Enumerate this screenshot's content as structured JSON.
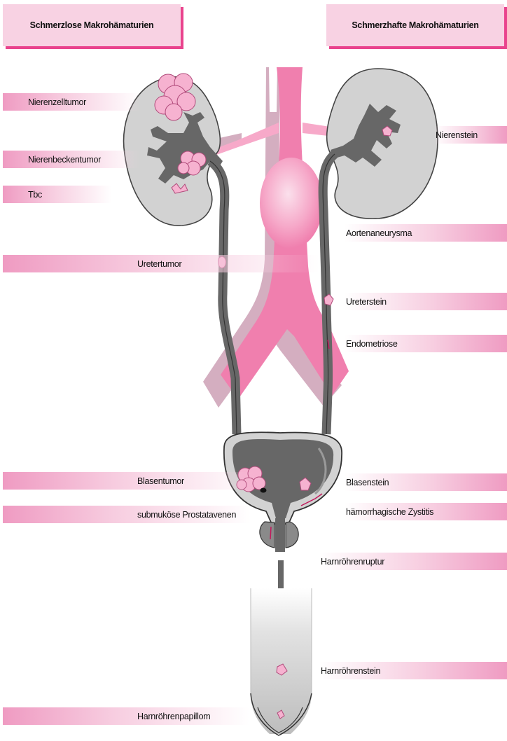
{
  "headers": {
    "painless": "Schmerzlose Makrohämaturien",
    "painful": "Schmerzhafte Makrohämaturien"
  },
  "left_labels": {
    "nierenzelltumor": "Nierenzelltumor",
    "nierenbeckentumor": "Nierenbeckentumor",
    "tbc": "Tbc",
    "uretertumor": "Uretertumor",
    "blasentumor": "Blasentumor",
    "prostatavenen": "submuköse Prostatavenen",
    "harnroehrenpapillom": "Harnröhrenpapillom"
  },
  "right_labels": {
    "nierenstein": "Nierenstein",
    "aortenaneurysma": "Aortenaneurysma",
    "ureterstein": "Ureterstein",
    "endometriose": "Endometriose",
    "blasenstein": "Blasenstein",
    "zystitis": "hämorrhagische Zystitis",
    "harnroehrenruptur": "Harnröhrenruptur",
    "harnroehrenstein": "Harnröhrenstein"
  },
  "colors": {
    "header_bg": "#f8d2e3",
    "header_shadow": "#e9438d",
    "label_pink": "#ef9bc2",
    "kidney_fill": "#d2d2d2",
    "tract_gray": "#676767",
    "aorta_pink": "#f07fae",
    "vena_cava_shadow": "#d4aec0",
    "lesion_pink": "#f6b2d0"
  }
}
